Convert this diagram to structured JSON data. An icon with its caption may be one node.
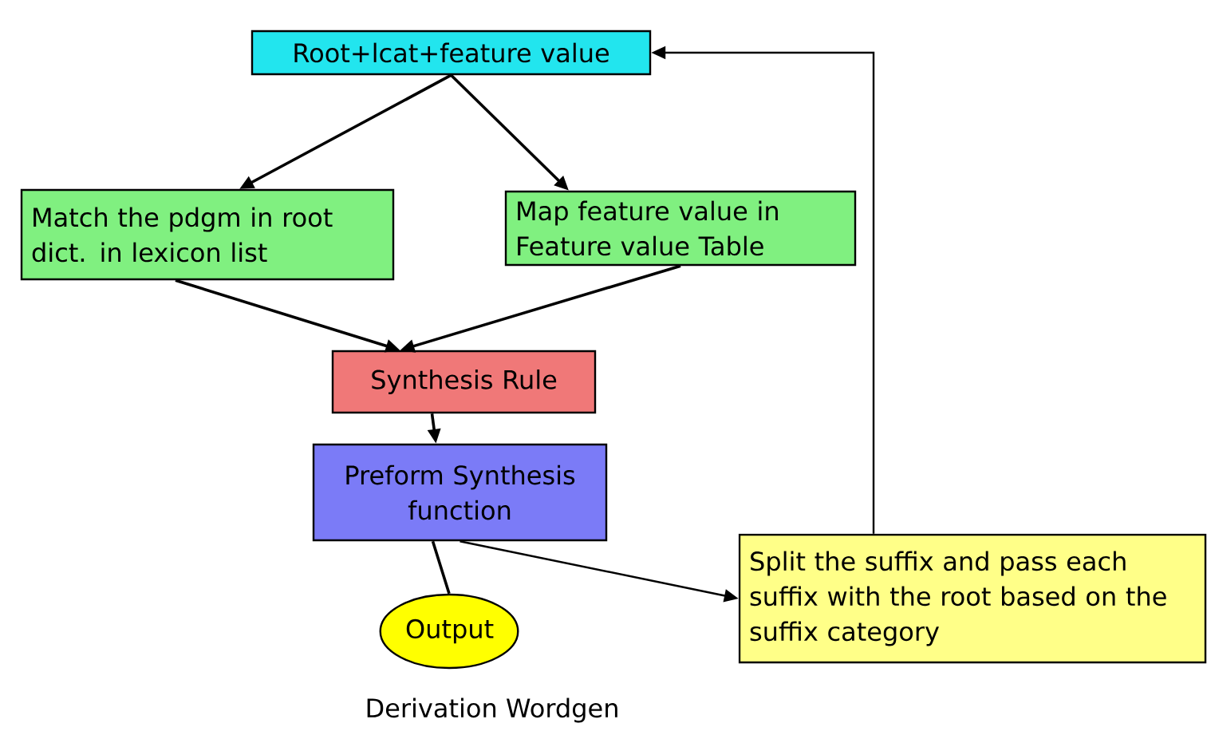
{
  "diagram": {
    "caption": "Derivation Wordgen",
    "nodes": [
      {
        "text": [
          "Root+lcat+feature value"
        ]
      },
      {
        "text": [
          "Match the pdgm in root dict. in lexicon list"
        ]
      },
      {
        "text": [
          "Map feature value in Feature value Table"
        ]
      },
      {
        "text": [
          "Synthesis Rule"
        ]
      },
      {
        "text": [
          "Preform Synthesis function"
        ]
      },
      {
        "text": [
          "Output"
        ]
      },
      {
        "text": [
          "Split the suffix and pass each suffix with the root based on the suffix category"
        ]
      }
    ],
    "edges": [
      {
        "from": 0,
        "to": 1,
        "arrow": "to"
      },
      {
        "from": 0,
        "to": 2,
        "arrow": "to"
      },
      {
        "from": 1,
        "to": 3,
        "arrow": "to"
      },
      {
        "from": 2,
        "to": 3,
        "arrow": "to"
      },
      {
        "from": 3,
        "to": 4,
        "arrow": "to"
      },
      {
        "from": 4,
        "to": 5,
        "arrow": "none"
      },
      {
        "from": 4,
        "to": 6,
        "arrow": "to"
      },
      {
        "from": 6,
        "to": 0,
        "arrow": "to"
      }
    ]
  }
}
